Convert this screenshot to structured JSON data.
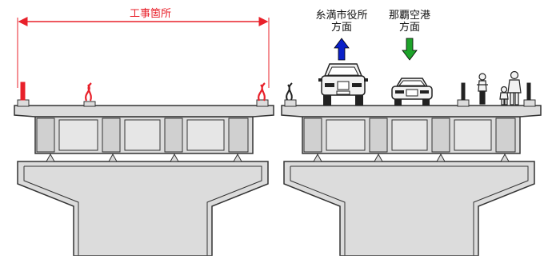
{
  "construction_section": {
    "label": "工事箇所",
    "color": "#e8202a"
  },
  "direction_itoman": {
    "line1": "糸満市役所",
    "line2": "方面",
    "arrow_color": "#0a20c8",
    "arrow": "up-arrow"
  },
  "direction_naha": {
    "line1": "那覇空港",
    "line2": "方面",
    "arrow_color": "#1ea32a",
    "arrow": "down-arrow"
  },
  "colors": {
    "concrete": "#dcdcdc",
    "outline": "#333333",
    "white": "#ffffff"
  }
}
